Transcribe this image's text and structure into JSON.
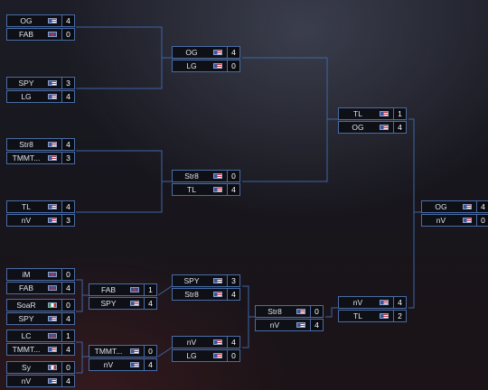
{
  "bracket": {
    "upper": {
      "round1": [
        {
          "teams": [
            {
              "name": "OG",
              "flag": "us-flag-icon",
              "score": "4"
            },
            {
              "name": "FAB",
              "flag": "gb-flag-icon",
              "score": "0"
            }
          ]
        },
        {
          "teams": [
            {
              "name": "SPY",
              "flag": "us-flag-icon",
              "score": "3"
            },
            {
              "name": "LG",
              "flag": "us-flag-icon",
              "score": "4"
            }
          ]
        },
        {
          "teams": [
            {
              "name": "Str8",
              "flag": "us-flag-icon",
              "score": "4"
            },
            {
              "name": "TMMT...",
              "flag": "us-flag-icon",
              "score": "3"
            }
          ]
        },
        {
          "teams": [
            {
              "name": "TL",
              "flag": "us-flag-icon",
              "score": "4"
            },
            {
              "name": "nV",
              "flag": "us-flag-icon",
              "score": "3"
            }
          ]
        }
      ],
      "round2": [
        {
          "teams": [
            {
              "name": "OG",
              "flag": "us-flag-icon",
              "score": "4"
            },
            {
              "name": "LG",
              "flag": "us-flag-icon",
              "score": "0"
            }
          ]
        },
        {
          "teams": [
            {
              "name": "Str8",
              "flag": "us-flag-icon",
              "score": "0"
            },
            {
              "name": "TL",
              "flag": "us-flag-icon",
              "score": "4"
            }
          ]
        }
      ],
      "final": {
        "teams": [
          {
            "name": "TL",
            "flag": "us-flag-icon",
            "score": "1"
          },
          {
            "name": "OG",
            "flag": "us-flag-icon",
            "score": "4"
          }
        ]
      }
    },
    "grand_final": {
      "teams": [
        {
          "name": "OG",
          "flag": "us-flag-icon",
          "score": "4"
        },
        {
          "name": "nV",
          "flag": "us-flag-icon",
          "score": "0"
        }
      ]
    },
    "lower": {
      "round1": [
        {
          "teams": [
            {
              "name": "iM",
              "flag": "gb-flag-icon",
              "score": "0"
            },
            {
              "name": "FAB",
              "flag": "gb-flag-icon",
              "score": "4"
            }
          ]
        },
        {
          "teams": [
            {
              "name": "SoaR",
              "flag": "it-flag-icon",
              "score": "0"
            },
            {
              "name": "SPY",
              "flag": "us-flag-icon",
              "score": "4"
            }
          ]
        },
        {
          "teams": [
            {
              "name": "LC",
              "flag": "gb-flag-icon",
              "score": "1"
            },
            {
              "name": "TMMT...",
              "flag": "us-flag-icon",
              "score": "4"
            }
          ]
        },
        {
          "teams": [
            {
              "name": "Sy",
              "flag": "fr-flag-icon",
              "score": "0"
            },
            {
              "name": "nV",
              "flag": "us-flag-icon",
              "score": "4"
            }
          ]
        }
      ],
      "round2": [
        {
          "teams": [
            {
              "name": "FAB",
              "flag": "gb-flag-icon",
              "score": "1"
            },
            {
              "name": "SPY",
              "flag": "us-flag-icon",
              "score": "4"
            }
          ]
        },
        {
          "teams": [
            {
              "name": "TMMT...",
              "flag": "us-flag-icon",
              "score": "0"
            },
            {
              "name": "nV",
              "flag": "us-flag-icon",
              "score": "4"
            }
          ]
        }
      ],
      "round3": [
        {
          "teams": [
            {
              "name": "SPY",
              "flag": "us-flag-icon",
              "score": "3"
            },
            {
              "name": "Str8",
              "flag": "us-flag-icon",
              "score": "4"
            }
          ]
        },
        {
          "teams": [
            {
              "name": "nV",
              "flag": "us-flag-icon",
              "score": "4"
            },
            {
              "name": "LG",
              "flag": "us-flag-icon",
              "score": "0"
            }
          ]
        }
      ],
      "round4": {
        "teams": [
          {
            "name": "Str8",
            "flag": "us-flag-icon",
            "score": "0"
          },
          {
            "name": "nV",
            "flag": "us-flag-icon",
            "score": "4"
          }
        ]
      },
      "final": {
        "teams": [
          {
            "name": "nV",
            "flag": "us-flag-icon",
            "score": "4"
          },
          {
            "name": "TL",
            "flag": "us-flag-icon",
            "score": "2"
          }
        ]
      }
    }
  }
}
